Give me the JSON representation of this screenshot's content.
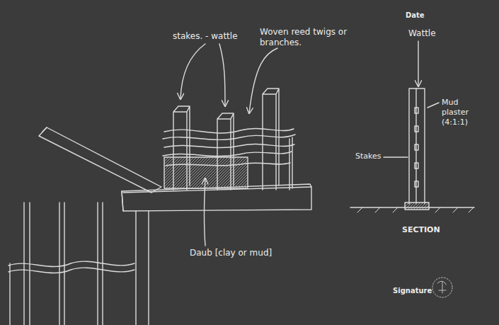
{
  "diagram": {
    "labels": [
      "Date",
      "stakes. - wattle",
      "Woven reed twigs or branches.",
      "Wattle",
      "Mud plaster (4:1:1)",
      "Stakes",
      "Daub [clay or mud]",
      "SECTION",
      "Signature"
    ]
  }
}
